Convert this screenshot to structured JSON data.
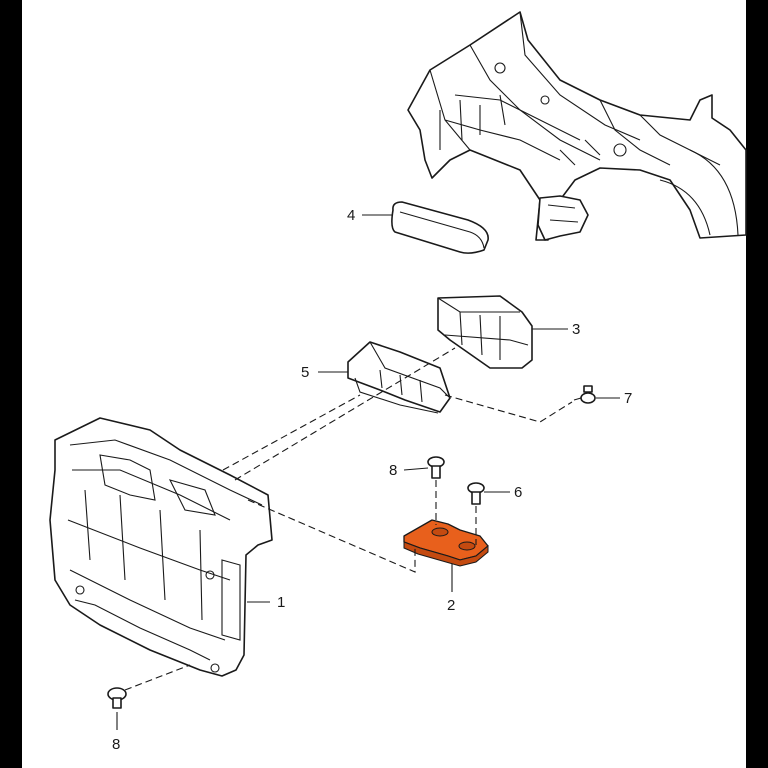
{
  "diagram": {
    "callouts": {
      "c1": "1",
      "c2": "2",
      "c3": "3",
      "c4": "4",
      "c5": "5",
      "c6": "6",
      "c7": "7",
      "c8a": "8",
      "c8b": "8"
    },
    "colors": {
      "background": "#ffffff",
      "line": "#1a1a1a",
      "highlight": "#e8601c"
    }
  }
}
